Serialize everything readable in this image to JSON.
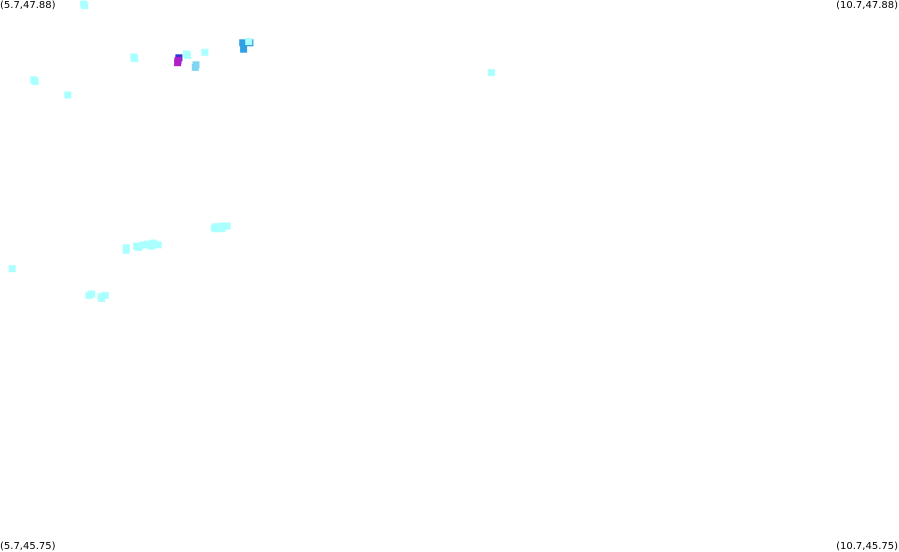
{
  "corners": {
    "top_left": "(5.7,47.88)",
    "top_right": "(10.7,47.88)",
    "bottom_left": "(5.7,45.75)",
    "bottom_right": "(10.7,45.75)"
  },
  "bounds": {
    "lon_min": 5.7,
    "lon_max": 10.7,
    "lat_min": 45.75,
    "lat_max": 47.88
  },
  "colors": {
    "pale_cyan": "#aaffff",
    "light_blue": "#7fd6f2",
    "blue": "#2f9fe6",
    "dark_blue": "#2a3ad8",
    "purple": "#b01ec8"
  },
  "chart_data": {
    "type": "scatter",
    "points": [
      {
        "lon": 6.165,
        "lat": 47.864,
        "color": "pale_cyan"
      },
      {
        "lon": 6.171,
        "lat": 47.858,
        "color": "pale_cyan"
      },
      {
        "lon": 5.888,
        "lat": 47.572,
        "color": "pale_cyan"
      },
      {
        "lon": 5.895,
        "lat": 47.566,
        "color": "pale_cyan"
      },
      {
        "lon": 6.077,
        "lat": 47.514,
        "color": "pale_cyan"
      },
      {
        "lon": 6.444,
        "lat": 47.66,
        "color": "pale_cyan"
      },
      {
        "lon": 6.449,
        "lat": 47.654,
        "color": "pale_cyan"
      },
      {
        "lon": 6.738,
        "lat": 47.672,
        "color": "pale_cyan"
      },
      {
        "lon": 6.743,
        "lat": 47.666,
        "color": "pale_cyan"
      },
      {
        "lon": 6.839,
        "lat": 47.678,
        "color": "pale_cyan"
      },
      {
        "lon": 6.79,
        "lat": 47.63,
        "color": "light_blue"
      },
      {
        "lon": 6.786,
        "lat": 47.62,
        "color": "light_blue"
      },
      {
        "lon": 6.695,
        "lat": 47.657,
        "color": "dark_blue"
      },
      {
        "lon": 6.69,
        "lat": 47.647,
        "color": "purple"
      },
      {
        "lon": 6.688,
        "lat": 47.638,
        "color": "purple"
      },
      {
        "lon": 7.05,
        "lat": 47.715,
        "color": "blue"
      },
      {
        "lon": 7.09,
        "lat": 47.715,
        "color": "blue"
      },
      {
        "lon": 7.055,
        "lat": 47.69,
        "color": "blue"
      },
      {
        "lon": 7.083,
        "lat": 47.72,
        "color": "pale_cyan"
      },
      {
        "lon": 8.433,
        "lat": 47.6,
        "color": "pale_cyan"
      },
      {
        "lon": 6.892,
        "lat": 47.0,
        "color": "pale_cyan"
      },
      {
        "lon": 6.91,
        "lat": 47.005,
        "color": "pale_cyan"
      },
      {
        "lon": 6.928,
        "lat": 47.006,
        "color": "pale_cyan"
      },
      {
        "lon": 6.946,
        "lat": 47.008,
        "color": "pale_cyan"
      },
      {
        "lon": 6.963,
        "lat": 47.008,
        "color": "pale_cyan"
      },
      {
        "lon": 6.905,
        "lat": 46.997,
        "color": "pale_cyan"
      },
      {
        "lon": 6.935,
        "lat": 46.998,
        "color": "pale_cyan"
      },
      {
        "lon": 6.9,
        "lat": 47.005,
        "color": "pale_cyan"
      },
      {
        "lon": 6.402,
        "lat": 46.924,
        "color": "pale_cyan"
      },
      {
        "lon": 6.402,
        "lat": 46.914,
        "color": "pale_cyan"
      },
      {
        "lon": 6.46,
        "lat": 46.93,
        "color": "pale_cyan"
      },
      {
        "lon": 6.48,
        "lat": 46.932,
        "color": "pale_cyan"
      },
      {
        "lon": 6.5,
        "lat": 46.935,
        "color": "pale_cyan"
      },
      {
        "lon": 6.52,
        "lat": 46.938,
        "color": "pale_cyan"
      },
      {
        "lon": 6.555,
        "lat": 46.942,
        "color": "pale_cyan"
      },
      {
        "lon": 6.58,
        "lat": 46.935,
        "color": "pale_cyan"
      },
      {
        "lon": 6.47,
        "lat": 46.925,
        "color": "pale_cyan"
      },
      {
        "lon": 6.54,
        "lat": 46.93,
        "color": "pale_cyan"
      },
      {
        "lon": 5.768,
        "lat": 46.843,
        "color": "pale_cyan"
      },
      {
        "lon": 6.195,
        "lat": 46.74,
        "color": "pale_cyan"
      },
      {
        "lon": 6.21,
        "lat": 46.745,
        "color": "pale_cyan"
      },
      {
        "lon": 6.262,
        "lat": 46.735,
        "color": "pale_cyan"
      },
      {
        "lon": 6.285,
        "lat": 46.74,
        "color": "pale_cyan"
      },
      {
        "lon": 6.265,
        "lat": 46.728,
        "color": "pale_cyan"
      }
    ]
  }
}
